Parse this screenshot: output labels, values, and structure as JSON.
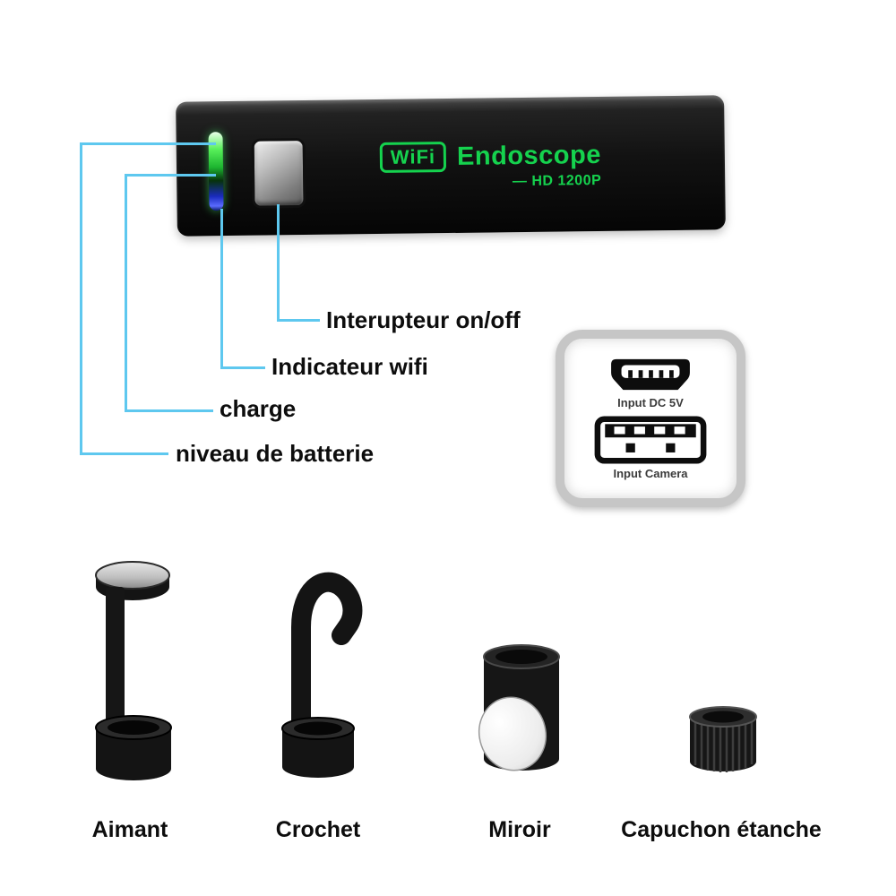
{
  "device": {
    "badge": "WiFi",
    "name": "Endoscope",
    "model": "— HD 1200P"
  },
  "callouts": {
    "power": "Interupteur on/off",
    "wifi": "Indicateur wifi",
    "charge": "charge",
    "battery": "niveau de batterie"
  },
  "ports_panel": {
    "micro_usb_label": "Input DC 5V",
    "usb_label": "Input Camera"
  },
  "accessories": [
    {
      "label": "Aimant"
    },
    {
      "label": "Crochet"
    },
    {
      "label": "Miroir"
    },
    {
      "label": "Capuchon étanche"
    }
  ],
  "colors": {
    "accent-green": "#15d24e",
    "callout-blue": "#5ec8ef",
    "label-ink": "#0d0d0d",
    "port-label-ink": "#3b3b3b"
  }
}
